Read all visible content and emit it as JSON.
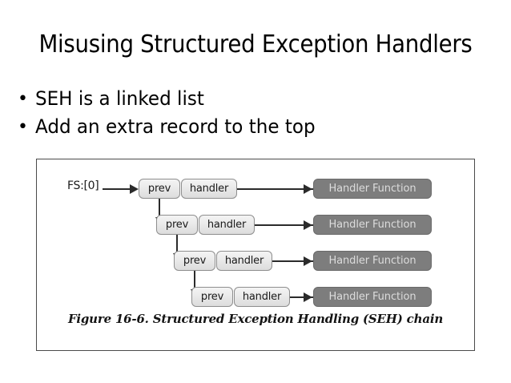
{
  "slide": {
    "title": "Misusing Structured Exception Handlers",
    "bullets": [
      {
        "marker": "•",
        "text": "SEH is a linked list"
      },
      {
        "marker": "•",
        "text": "Add an extra record to the top"
      }
    ]
  },
  "figure": {
    "caption": "Figure 16-6. Structured Exception Handling (SEH) chain",
    "entry_label": "FS:[0]",
    "node_labels": {
      "prev": "prev",
      "handler": "handler"
    },
    "handler_function_label": "Handler Function",
    "colors": {
      "node_fill": "#eaeaea",
      "node_border": "#8e8e8e",
      "handler_fill": "#7d7d7d",
      "handler_text": "#dcdcdc",
      "arrow": "#2b2b2b",
      "frame_border": "#4a4a4a",
      "background": "#ffffff"
    },
    "rows": [
      {
        "prev": "prev",
        "handler": "handler",
        "target": "Handler Function"
      },
      {
        "prev": "prev",
        "handler": "handler",
        "target": "Handler Function"
      },
      {
        "prev": "prev",
        "handler": "handler",
        "target": "Handler Function"
      },
      {
        "prev": "prev",
        "handler": "handler",
        "target": "Handler Function"
      }
    ]
  }
}
